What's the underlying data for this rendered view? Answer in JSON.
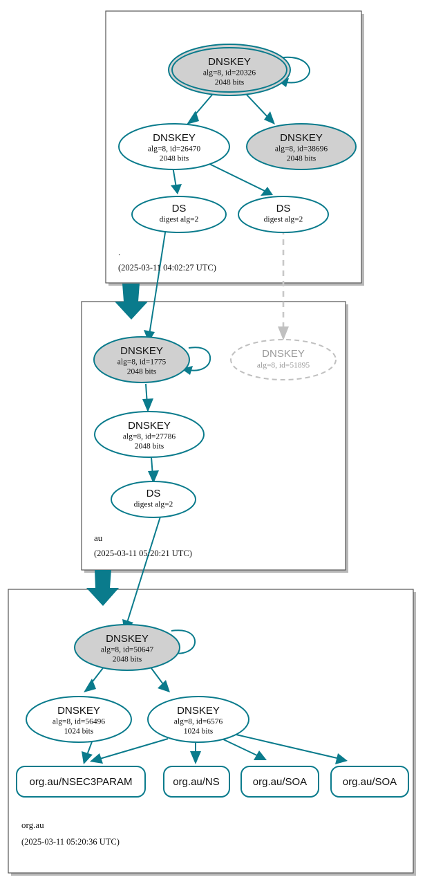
{
  "diagram": {
    "title": "DNSSEC authentication chain for org.au",
    "accent_color": "#0a7b8c",
    "secure_fill": "#d0d0d0",
    "insecure_stroke": "#c0c0c0",
    "zone_border_color": "#555555"
  },
  "zones": [
    {
      "id": "root",
      "label": ".",
      "timestamp": "(2025-03-11 04:02:27 UTC)",
      "nodes": [
        {
          "id": "root-ksk",
          "type": "DNSKEY",
          "title": "DNSKEY",
          "line2": "alg=8, id=20326",
          "line3": "2048 bits",
          "style": "secure-ksk"
        },
        {
          "id": "root-zsk1",
          "type": "DNSKEY",
          "title": "DNSKEY",
          "line2": "alg=8, id=26470",
          "line3": "2048 bits",
          "style": "plain"
        },
        {
          "id": "root-zsk2",
          "type": "DNSKEY",
          "title": "DNSKEY",
          "line2": "alg=8, id=38696",
          "line3": "2048 bits",
          "style": "secure"
        },
        {
          "id": "root-ds1",
          "type": "DS",
          "title": "DS",
          "line2": "digest alg=2",
          "line3": "",
          "style": "plain"
        },
        {
          "id": "root-ds2",
          "type": "DS",
          "title": "DS",
          "line2": "digest alg=2",
          "line3": "",
          "style": "plain"
        }
      ]
    },
    {
      "id": "au",
      "label": "au",
      "timestamp": "(2025-03-11 05:20:21 UTC)",
      "nodes": [
        {
          "id": "au-ksk",
          "type": "DNSKEY",
          "title": "DNSKEY",
          "line2": "alg=8, id=1775",
          "line3": "2048 bits",
          "style": "secure"
        },
        {
          "id": "au-bogus",
          "type": "DNSKEY",
          "title": "DNSKEY",
          "line2": "alg=8, id=51895",
          "line3": "",
          "style": "dashed"
        },
        {
          "id": "au-zsk",
          "type": "DNSKEY",
          "title": "DNSKEY",
          "line2": "alg=8, id=27786",
          "line3": "2048 bits",
          "style": "plain"
        },
        {
          "id": "au-ds",
          "type": "DS",
          "title": "DS",
          "line2": "digest alg=2",
          "line3": "",
          "style": "plain"
        }
      ]
    },
    {
      "id": "orgau",
      "label": "org.au",
      "timestamp": "(2025-03-11 05:20:36 UTC)",
      "nodes": [
        {
          "id": "orgau-ksk",
          "type": "DNSKEY",
          "title": "DNSKEY",
          "line2": "alg=8, id=50647",
          "line3": "2048 bits",
          "style": "secure"
        },
        {
          "id": "orgau-zsk1",
          "type": "DNSKEY",
          "title": "DNSKEY",
          "line2": "alg=8, id=56496",
          "line3": "1024 bits",
          "style": "plain"
        },
        {
          "id": "orgau-zsk2",
          "type": "DNSKEY",
          "title": "DNSKEY",
          "line2": "alg=8, id=6576",
          "line3": "1024 bits",
          "style": "plain"
        }
      ],
      "rrsets": [
        {
          "id": "rr-nsec3param",
          "label": "org.au/NSEC3PARAM"
        },
        {
          "id": "rr-ns",
          "label": "org.au/NS"
        },
        {
          "id": "rr-soa1",
          "label": "org.au/SOA"
        },
        {
          "id": "rr-soa2",
          "label": "org.au/SOA"
        }
      ]
    }
  ]
}
